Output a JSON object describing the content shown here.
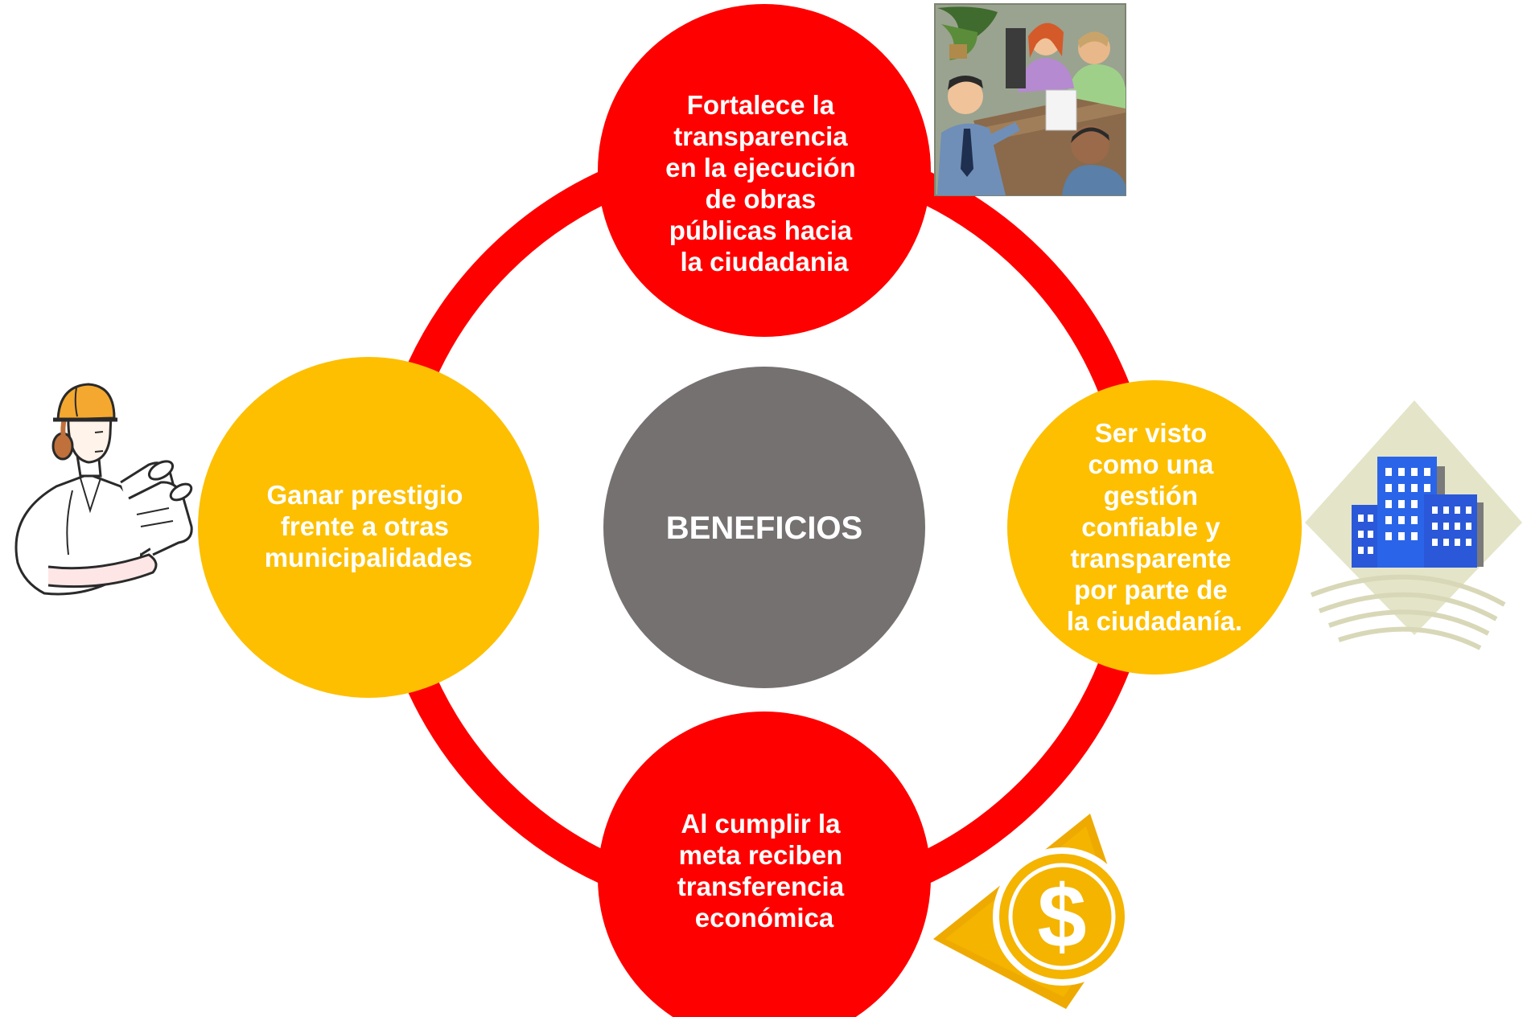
{
  "center": {
    "label": "BENEFICIOS"
  },
  "nodes": [
    {
      "id": "top",
      "lines": [
        "Fortalece la",
        "transparencia",
        "en la ejecución",
        "de obras",
        "públicas hacia",
        "la ciudadania"
      ]
    },
    {
      "id": "right",
      "lines": [
        "Ser visto",
        "como una",
        "gestión",
        "confiable y",
        "transparente",
        "por parte de",
        "la ciudadanía."
      ]
    },
    {
      "id": "bottom",
      "lines": [
        "Al cumplir la",
        "meta reciben",
        "transferencia",
        "económica"
      ]
    },
    {
      "id": "left",
      "lines": [
        "Ganar prestigio",
        "frente a otras",
        "municipalidades"
      ]
    }
  ],
  "icons": {
    "top": "meeting-clipart-icon",
    "right": "office-buildings-icon",
    "bottom": "dollar-coin-icon",
    "left": "engineer-with-blueprints-icon"
  },
  "colors": {
    "ring": "#ff0000",
    "red_node": "#ff0000",
    "yellow_node": "#fdbf00",
    "center": "#767171",
    "text": "#ffffff"
  }
}
